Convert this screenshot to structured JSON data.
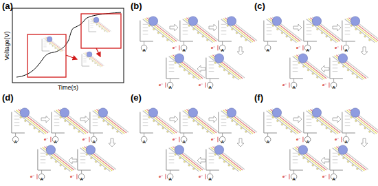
{
  "diagram": {
    "labels": [
      "(a)",
      "Voltage(V)",
      "Time(s)",
      "(b)",
      "A",
      "e⁻",
      "A",
      "e⁻",
      "A",
      "e⁻",
      "A",
      "e⁻",
      "A",
      "(c)",
      "A",
      "e⁻",
      "A",
      "e⁻",
      "A",
      "e⁻",
      "A",
      "e⁻",
      "A",
      "(d)",
      "A",
      "e⁻",
      "A",
      "e⁻",
      "A",
      "e⁻",
      "A",
      "e⁻",
      "A",
      "(e)",
      "A",
      "e⁻",
      "A",
      "e⁻",
      "A",
      "e⁻",
      "A",
      "e⁻",
      "A",
      "(f)",
      "A",
      "e⁻",
      "A",
      "e⁻",
      "A",
      "e⁻",
      "A",
      "e⁻",
      "A"
    ]
  }
}
